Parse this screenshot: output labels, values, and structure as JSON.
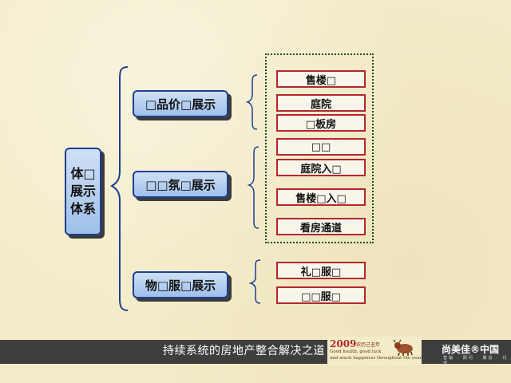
{
  "root": {
    "label_lines": [
      "体□",
      "展示",
      "体系"
    ]
  },
  "categories": [
    {
      "label": "□品价□展示",
      "items": [
        "售楼□",
        "庭院",
        "□板房"
      ]
    },
    {
      "label": "□□氛□展示",
      "items": [
        "□□",
        "庭院入□",
        "售楼□入□",
        "看房通道"
      ]
    },
    {
      "label": "物□服□展示",
      "items": [
        "礼□服□",
        "□□服□"
      ]
    }
  ],
  "footer": {
    "slogan": "持续系统的房地产整合解决之道",
    "logo_year": "2009",
    "logo_year_sub": "农历己丑年",
    "logo_en_line1": "Good health, good luck",
    "logo_en_line2": "and much happiness throughout the year",
    "brand": "尚美佳®中国",
    "brand_sub": "营销 · 顾问 · 策划 · 代理"
  },
  "colors": {
    "background": "#f4ecc9",
    "blue_box_border": "#1c3f8f",
    "red_box_border": "#b3272d",
    "connector": "#1c3f8f",
    "footer_bar": "#3e3e3e"
  }
}
